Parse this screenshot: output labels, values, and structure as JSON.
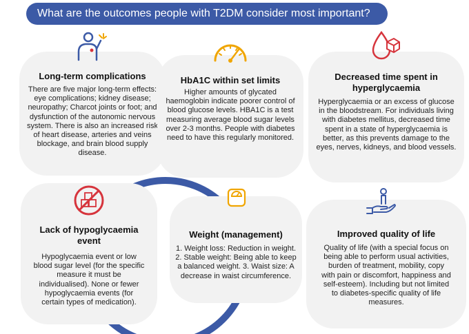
{
  "header": {
    "title": "What are the outcomes people with T2DM consider most important?"
  },
  "colors": {
    "title_bar": "#3c5aa6",
    "ring": "#3c5aa6",
    "card_bg": "#f2f2f2",
    "icon_blue": "#3c5aa6",
    "icon_orange": "#f0a500",
    "icon_red": "#d6343c"
  },
  "cards": [
    {
      "icon": "person-pain-icon",
      "title": "Long-term complications",
      "body": "There are five major long-term effects: eye complications; kidney disease; neuropathy; Charcot joints or foot; and dysfunction of the autonomic nervous system. There is also an increased risk of heart disease, arteries and veins blockage, and brain blood supply disease."
    },
    {
      "icon": "gauge-icon",
      "title": "HbA1C within set limits",
      "body": "Higher amounts of glycated haemoglobin indicate poorer control of blood glucose levels. HBA1C is a test measuring average blood sugar levels over 2-3 months. People with diabetes need to have this regularly monitored."
    },
    {
      "icon": "blood-drop-sugar-icon",
      "title": "Decreased time spent in hyperglycaemia",
      "body": "Hyperglycaemia or an excess of glucose in the bloodstream. For individuals living with diabetes mellitus, decreased time spent in a state of hyperglycaemia is better, as this prevents damage to the eyes, nerves, kidneys, and blood vessels."
    },
    {
      "icon": "no-sugar-cubes-icon",
      "title": "Lack of hypoglycaemia event",
      "body": "Hypoglycaemia event or low blood sugar level (for the specific measure it must be individualised). None or fewer hypoglycaemia events (for certain types of medication)."
    },
    {
      "icon": "weighing-scale-icon",
      "title": "Weight (management)",
      "body": "1. Weight loss: Reduction in weight. 2. Stable weight: Being able to keep a balanced weight. 3. Waist size: A decrease in waist circumference."
    },
    {
      "icon": "hand-person-icon",
      "title": "Improved quality of life",
      "body": "Quality of life (with a special focus on being able to perform usual activities, burden of treatment, mobility, copy with pain or discomfort, happiness and self-esteem). Including but not limited to diabetes-specific quality of life measures."
    }
  ]
}
